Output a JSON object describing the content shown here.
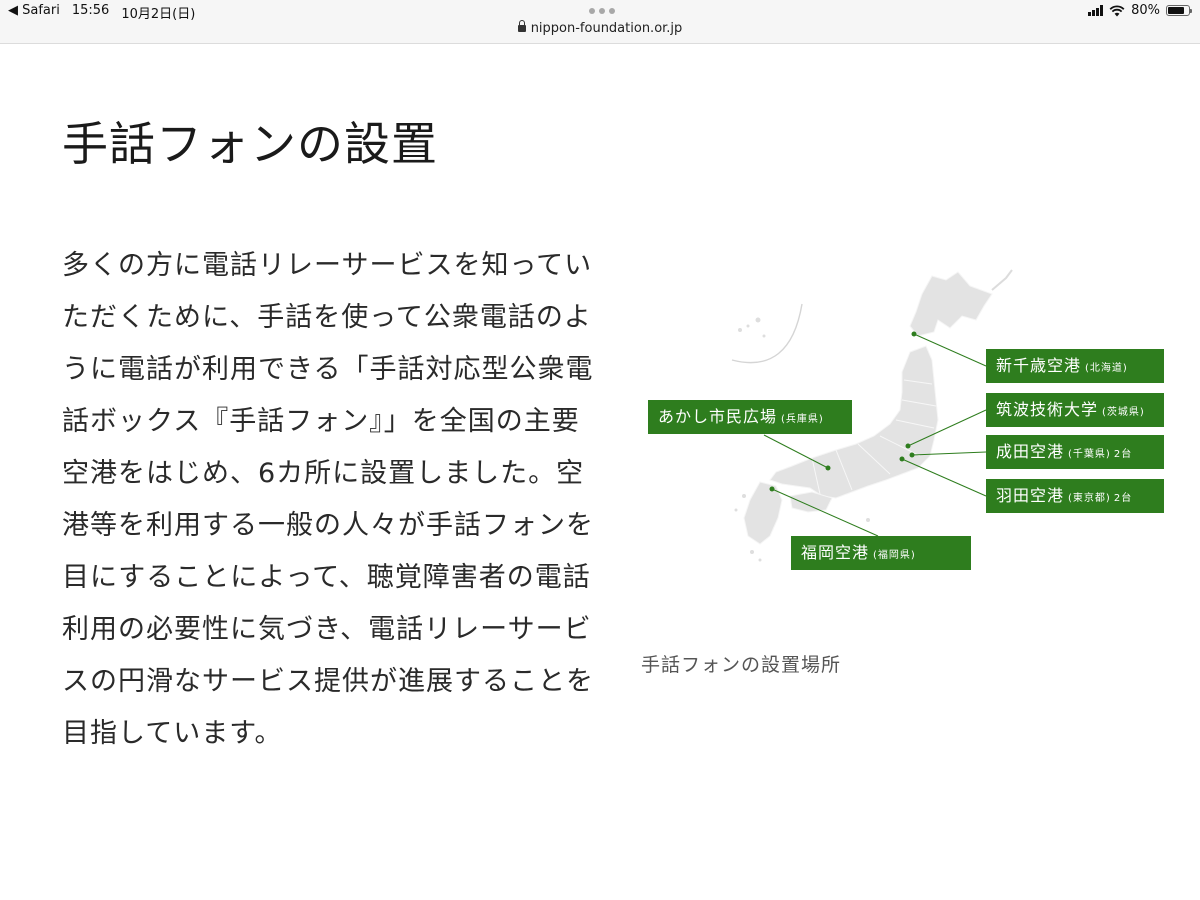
{
  "status_bar": {
    "back_app": "◀ Safari",
    "time": "15:56",
    "date": "10月2日(日)",
    "url": "nippon-foundation.or.jp",
    "battery": "80%",
    "battery_level": 0.8
  },
  "page": {
    "title": "手話フォンの設置",
    "body": "多くの方に電話リレーサービスを知っていただくために、手話を使って公衆電話のように電話が利用できる「手話対応型公衆電話ボックス『手話フォン』」を全国の主要空港をはじめ、6カ所に設置しました。空港等を利用する一般の人々が手話フォンを目にすることによって、聴覚障害者の電話利用の必要性に気づき、電話リレーサービスの円滑なサービス提供が進展することを目指しています。"
  },
  "map": {
    "caption": "手話フォンの設置場所",
    "label_color": "#2e7d1e",
    "locations": [
      {
        "name": "新千歳空港",
        "pref": "(北海道)",
        "count": ""
      },
      {
        "name": "筑波技術大学",
        "pref": "(茨城県)",
        "count": ""
      },
      {
        "name": "成田空港",
        "pref": "(千葉県)",
        "count": "2台"
      },
      {
        "name": "羽田空港",
        "pref": "(東京都)",
        "count": "2台"
      },
      {
        "name": "あかし市民広場",
        "pref": "(兵庫県)",
        "count": ""
      },
      {
        "name": "福岡空港",
        "pref": "(福岡県)",
        "count": ""
      }
    ]
  }
}
